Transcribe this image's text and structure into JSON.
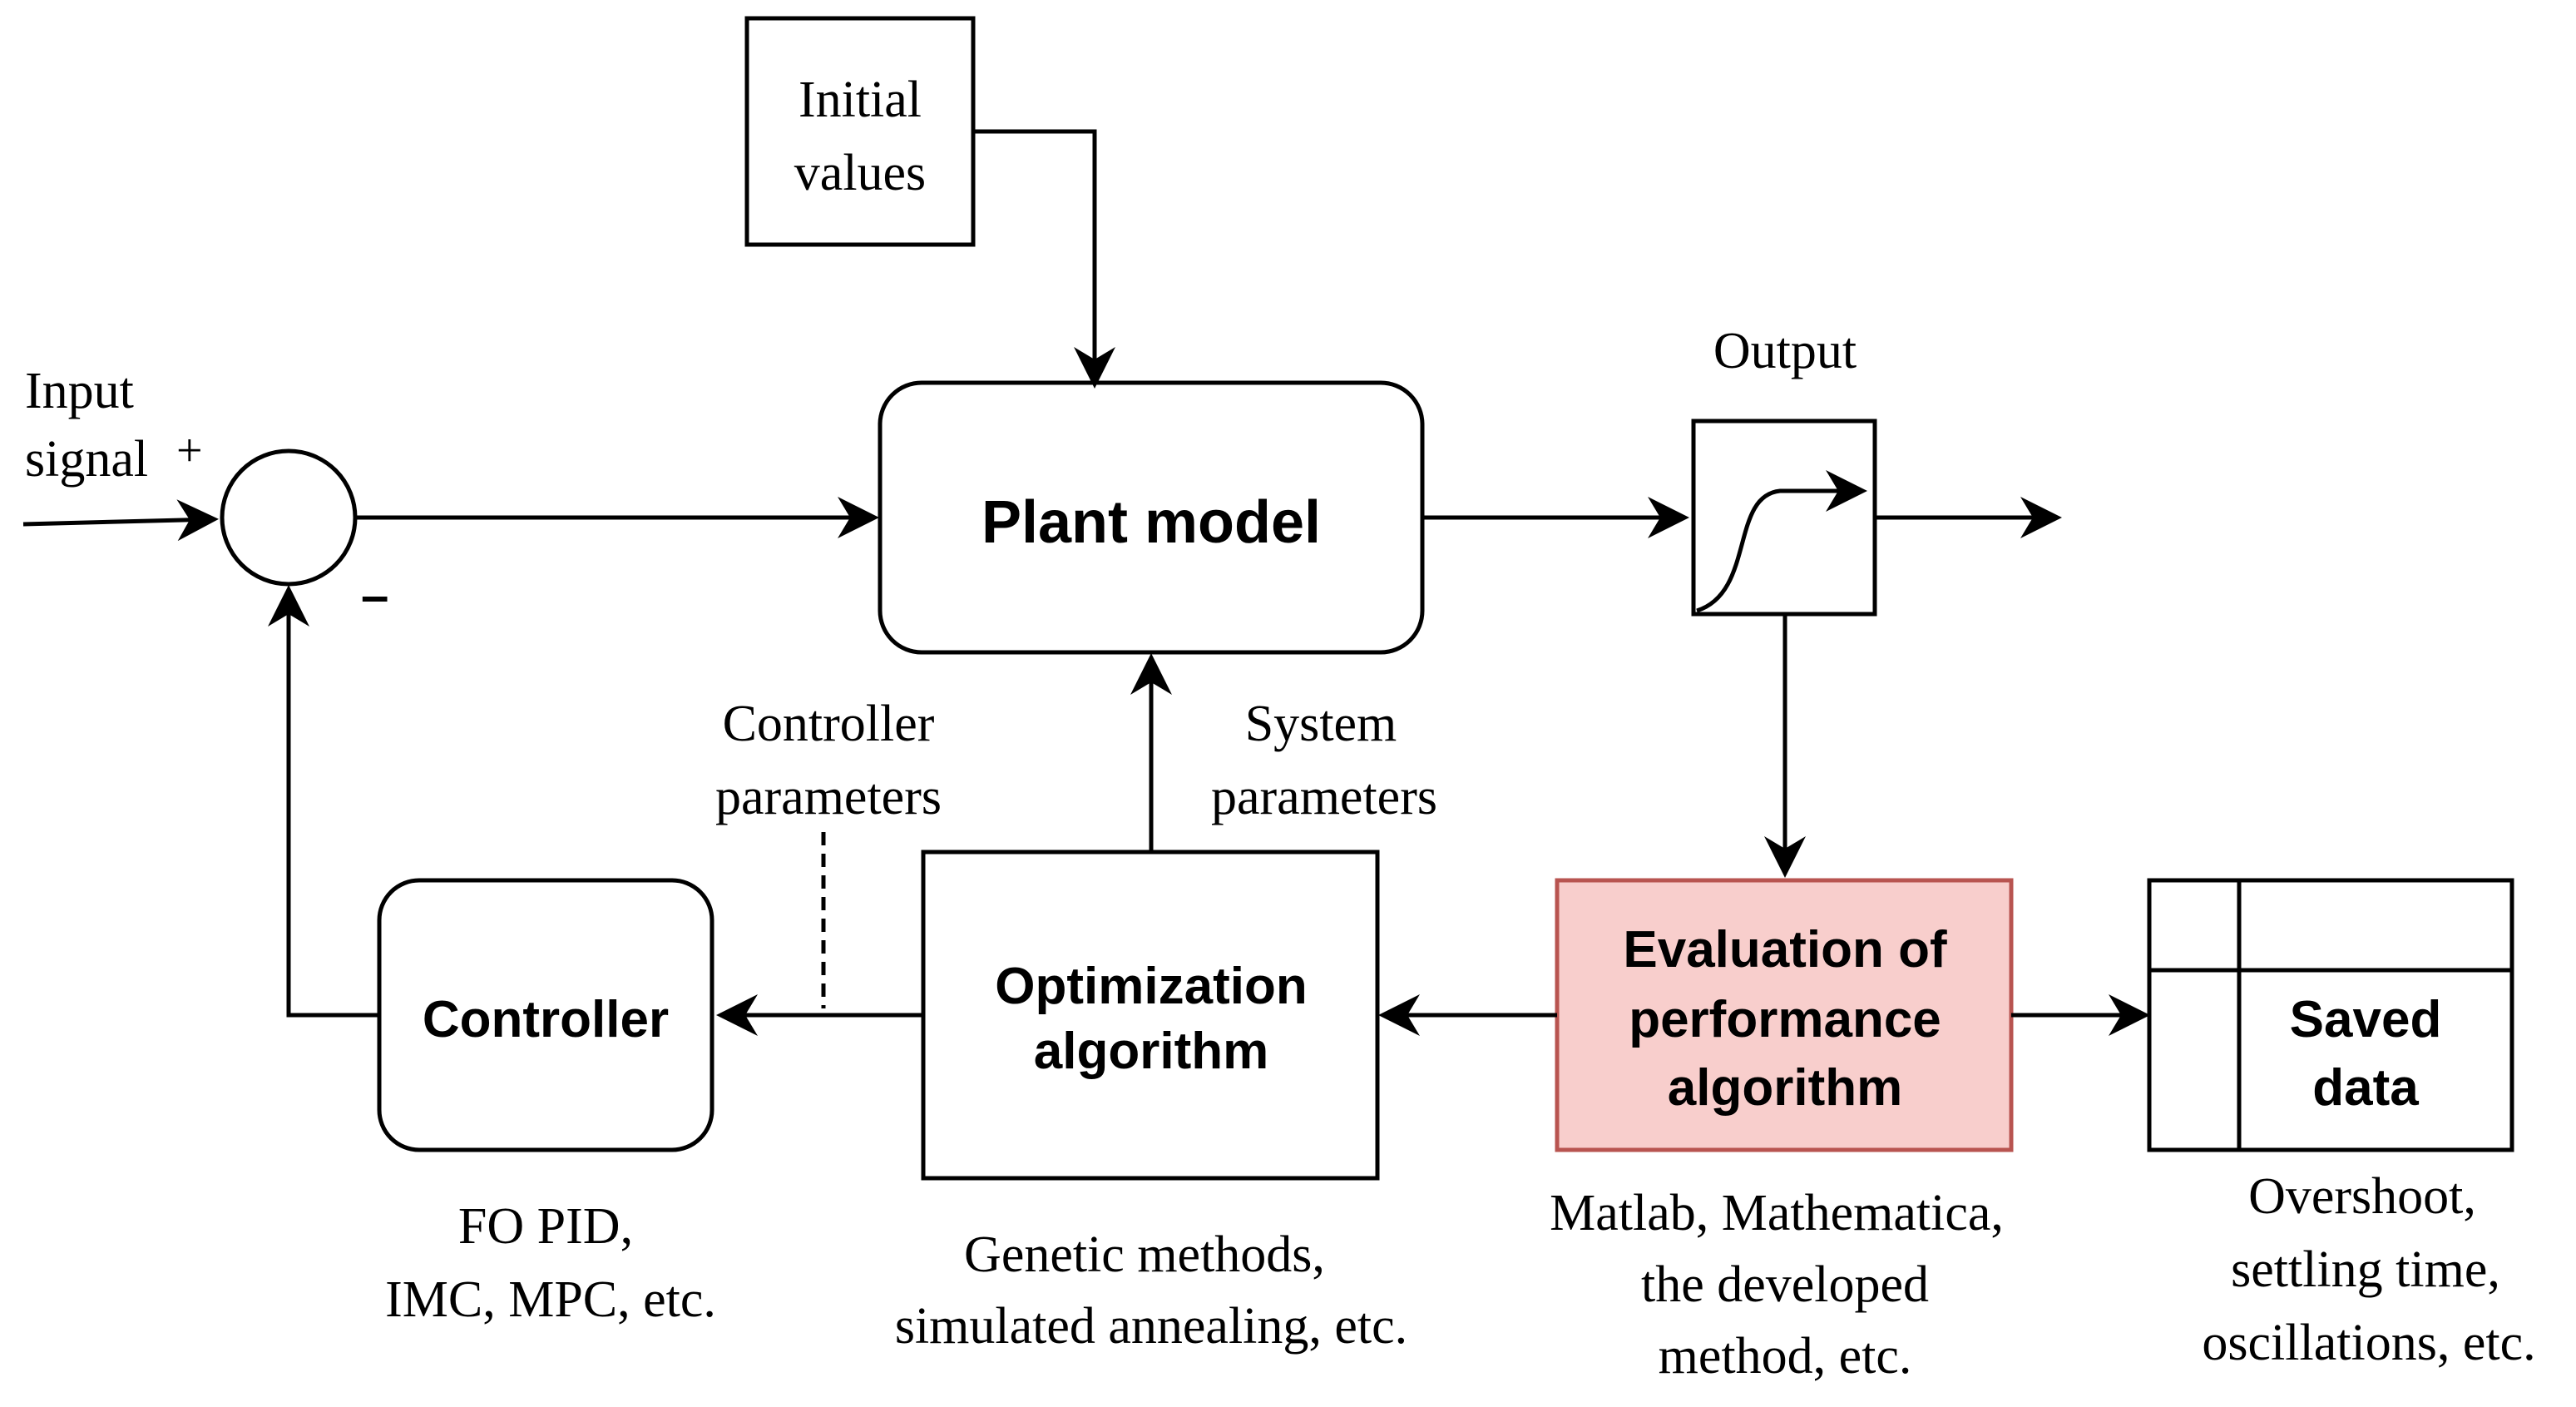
{
  "blocks": {
    "initial_values": [
      "Initial",
      "values"
    ],
    "plant_model": "Plant model",
    "output_label": "Output",
    "controller": "Controller",
    "optimization": [
      "Optimization",
      "algorithm"
    ],
    "evaluation": [
      "Evaluation of",
      "performance",
      "algorithm"
    ],
    "saved_data": [
      "Saved",
      "data"
    ]
  },
  "labels": {
    "input_signal": [
      "Input",
      "signal"
    ],
    "plus": "+",
    "minus": "–",
    "controller_params": [
      "Controller",
      "parameters"
    ],
    "system_params": [
      "System",
      "parameters"
    ]
  },
  "captions": {
    "controller": [
      "FO PID,",
      "IMC, MPC, etc."
    ],
    "optimization": [
      "Genetic methods,",
      "simulated annealing, etc."
    ],
    "evaluation": [
      "Matlab, Mathematica,",
      "the developed",
      "method, etc."
    ],
    "saved_data": [
      "Overshoot,",
      "settling time,",
      "oscillations, etc."
    ]
  },
  "colors": {
    "evaluation_fill": "#f8cecc",
    "evaluation_border": "#b85450"
  }
}
